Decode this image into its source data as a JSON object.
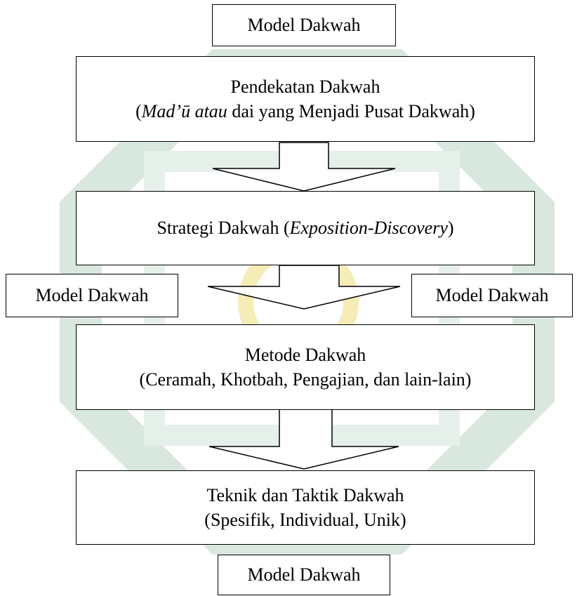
{
  "diagram": {
    "top_label": "Model Dakwah",
    "pendekatan": {
      "title": "Pendekatan Dakwah",
      "open": "(",
      "italic": "Mad’ū atau",
      "rest": " dai yang Menjadi Pusat Dakwah)"
    },
    "strategi": {
      "prefix": "Strategi Dakwah (",
      "italic": "Exposition-Discovery",
      "suffix": ")"
    },
    "left_label": "Model Dakwah",
    "right_label": "Model Dakwah",
    "metode": {
      "title": "Metode Dakwah",
      "detail": "(Ceramah, Khotbah, Pengajian, dan lain-lain)"
    },
    "teknik": {
      "title": "Teknik dan Taktik Dakwah",
      "detail": "(Spesifik, Individual, Unik)"
    },
    "bottom_label": "Model Dakwah"
  },
  "colors": {
    "watermark_green": "#d9e8df",
    "watermark_yellow": "#f6ecb6",
    "border": "#000000"
  }
}
